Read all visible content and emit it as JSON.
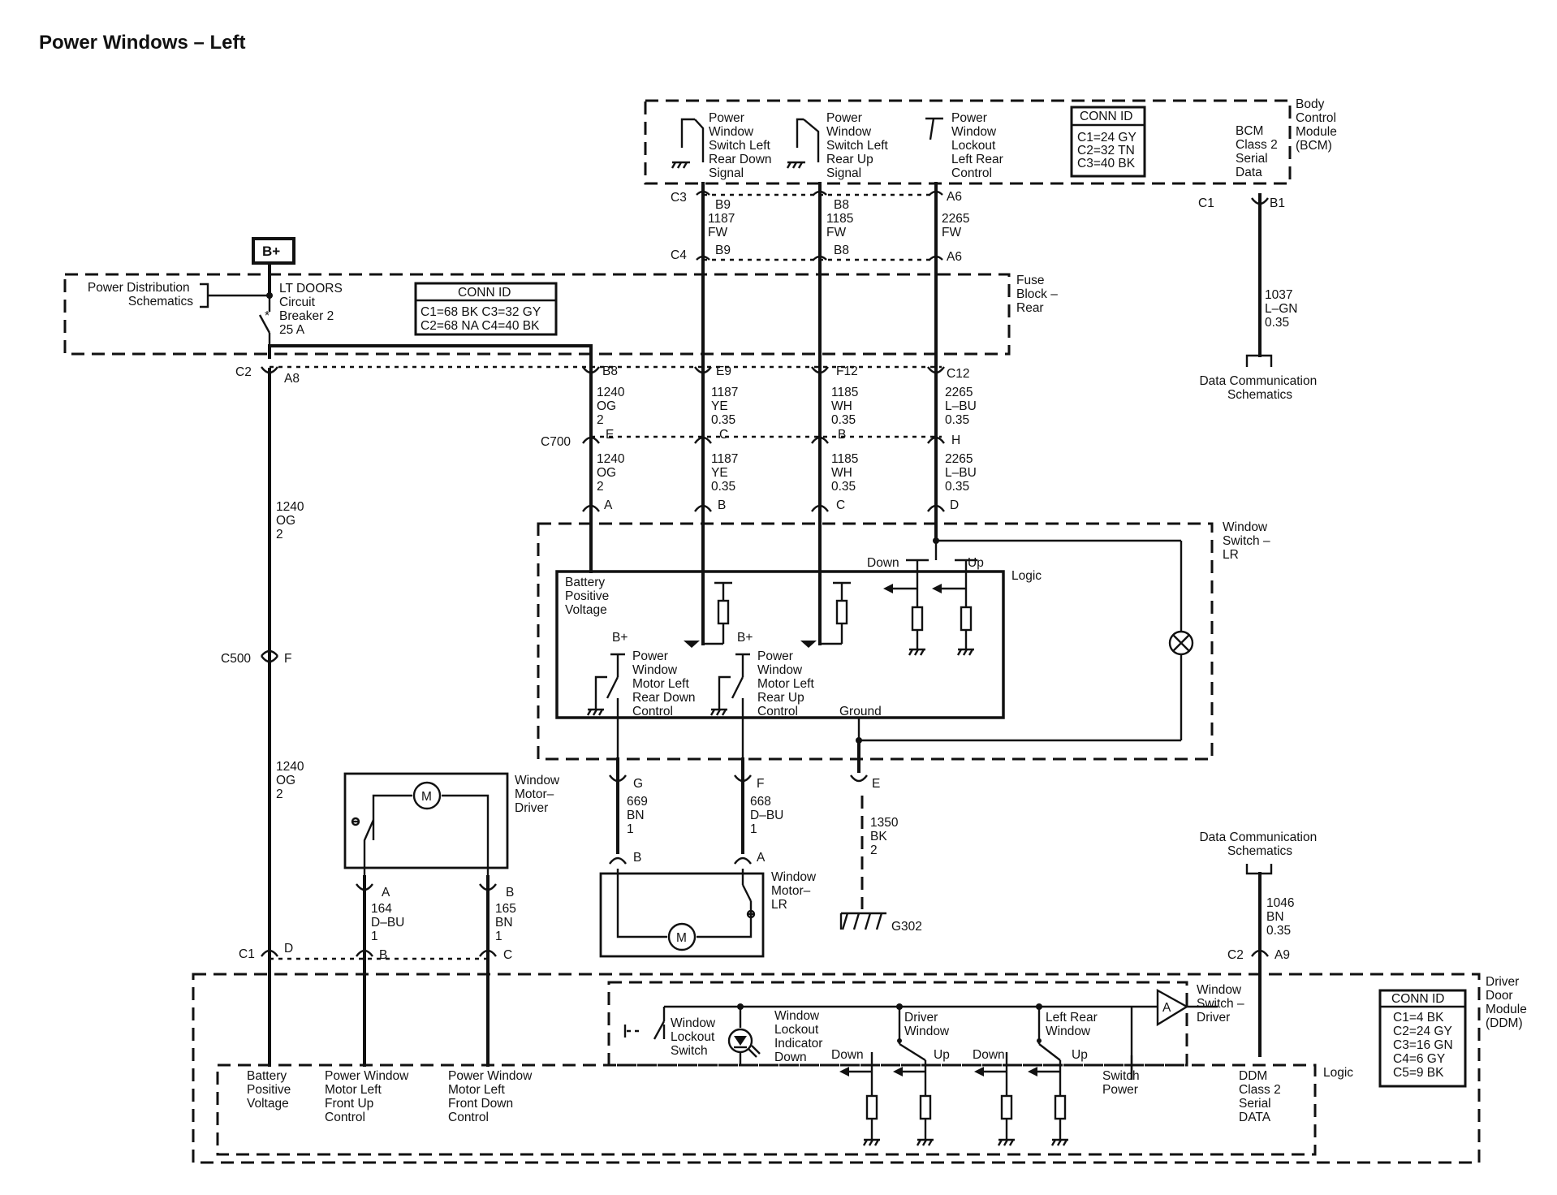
{
  "title": "Power Windows – Left",
  "bplus": "B+",
  "bcm": {
    "module": [
      "Body",
      "Control",
      "Module",
      "(BCM)"
    ],
    "conn_title": "CONN ID",
    "conn": [
      "C1=24 GY",
      "C2=32 TN",
      "C3=40 BK"
    ],
    "sw_down": [
      "Power",
      "Window",
      "Switch Left",
      "Rear Down",
      "Signal"
    ],
    "sw_up": [
      "Power",
      "Window",
      "Switch Left",
      "Rear Up",
      "Signal"
    ],
    "lockout": [
      "Power",
      "Window",
      "Lockout",
      "Left Rear",
      "Control"
    ],
    "serial": [
      "BCM",
      "Class 2",
      "Serial",
      "Data"
    ],
    "c3": "C3",
    "c1": "C1",
    "b1": "B1"
  },
  "row1": {
    "b9": "B9",
    "b8": "B8",
    "a6": "A6",
    "c4": "C4"
  },
  "wire1187fw": [
    "1187",
    "FW"
  ],
  "wire1185fw": [
    "1185",
    "FW"
  ],
  "wire2265fw": [
    "2265",
    "FW"
  ],
  "wire1037": [
    "1037",
    "L–GN",
    "0.35"
  ],
  "datacomm": [
    "Data Communication",
    "Schematics"
  ],
  "fuse": {
    "module": [
      "Fuse",
      "Block –",
      "Rear"
    ],
    "pds": [
      "Power Distribution",
      "Schematics"
    ],
    "breaker": [
      "LT DOORS",
      "Circuit",
      "Breaker 2",
      "25 A"
    ],
    "conn_title": "CONN ID",
    "conn": [
      "C1=68 BK  C3=32 GY",
      "C2=68 NA  C4=40 BK"
    ],
    "star": "*"
  },
  "c2row": {
    "c2": "C2",
    "a8": "A8",
    "b8": "B8",
    "e9": "E9",
    "f12": "F12",
    "c12": "C12"
  },
  "w1240": [
    "1240",
    "OG",
    "2"
  ],
  "w1187": [
    "1187",
    "YE",
    "0.35"
  ],
  "w1185": [
    "1185",
    "WH",
    "0.35"
  ],
  "w2265": [
    "2265",
    "L–BU",
    "0.35"
  ],
  "c700": {
    "c700": "C700",
    "e": "E",
    "c": "C",
    "b": "B",
    "h": "H"
  },
  "lrpins": {
    "a": "A",
    "b": "B",
    "c": "C",
    "d": "D"
  },
  "lr": {
    "module": [
      "Window",
      "Switch –",
      "LR"
    ],
    "logic": "Logic",
    "battery": [
      "Battery",
      "Positive",
      "Voltage"
    ],
    "bp": "B+",
    "motor_down": [
      "Power",
      "Window",
      "Motor Left",
      "Rear Down",
      "Control"
    ],
    "motor_up": [
      "Power",
      "Window",
      "Motor Left",
      "Rear Up",
      "Control"
    ],
    "ground": "Ground",
    "down": "Down",
    "up": "Up"
  },
  "c500": {
    "c500": "C500",
    "f": "F"
  },
  "lrout": {
    "g": "G",
    "f": "F",
    "e": "E"
  },
  "w669": [
    "669",
    "BN",
    "1"
  ],
  "w668": [
    "668",
    "D–BU",
    "1"
  ],
  "w1350": [
    "1350",
    "BK",
    "2"
  ],
  "g302": "G302",
  "motorlr": {
    "label": [
      "Window",
      "Motor–",
      "LR"
    ],
    "b": "B",
    "a": "A",
    "m": "M"
  },
  "motordrv": {
    "label": [
      "Window",
      "Motor–",
      "Driver"
    ],
    "a": "A",
    "b": "B",
    "m": "M"
  },
  "w164": [
    "164",
    "D–BU",
    "1"
  ],
  "w165": [
    "165",
    "BN",
    "1"
  ],
  "w1046": [
    "1046",
    "BN",
    "0.35"
  ],
  "c1row": {
    "c1": "C1",
    "d": "D",
    "b": "B",
    "c": "C",
    "c2": "C2",
    "a9": "A9"
  },
  "ddm": {
    "module": [
      "Driver",
      "Door",
      "Module",
      "(DDM)"
    ],
    "conn_title": "CONN ID",
    "conn": [
      "C1=4 BK",
      "C2=24 GY",
      "C3=16 GN",
      "C4=6 GY",
      "C5=9 BK"
    ],
    "wsd": [
      "Window",
      "Switch –",
      "Driver"
    ],
    "amp": "A",
    "lockout_sw": [
      "Window",
      "Lockout",
      "Switch"
    ],
    "indicator": [
      "Window",
      "Lockout",
      "Indicator",
      "Down"
    ],
    "driver_window": [
      "Driver",
      "Window"
    ],
    "left_rear_window": [
      "Left Rear",
      "Window"
    ],
    "logic": "Logic",
    "battery": [
      "Battery",
      "Positive",
      "Voltage"
    ],
    "front_up": [
      "Power Window",
      "Motor Left",
      "Front Up",
      "Control"
    ],
    "front_down": [
      "Power Window",
      "Motor Left",
      "Front Down",
      "Control"
    ],
    "down": "Down",
    "up": "Up",
    "switch_power": [
      "Switch",
      "Power"
    ],
    "serial": [
      "DDM",
      "Class 2",
      "Serial",
      "DATA"
    ]
  }
}
